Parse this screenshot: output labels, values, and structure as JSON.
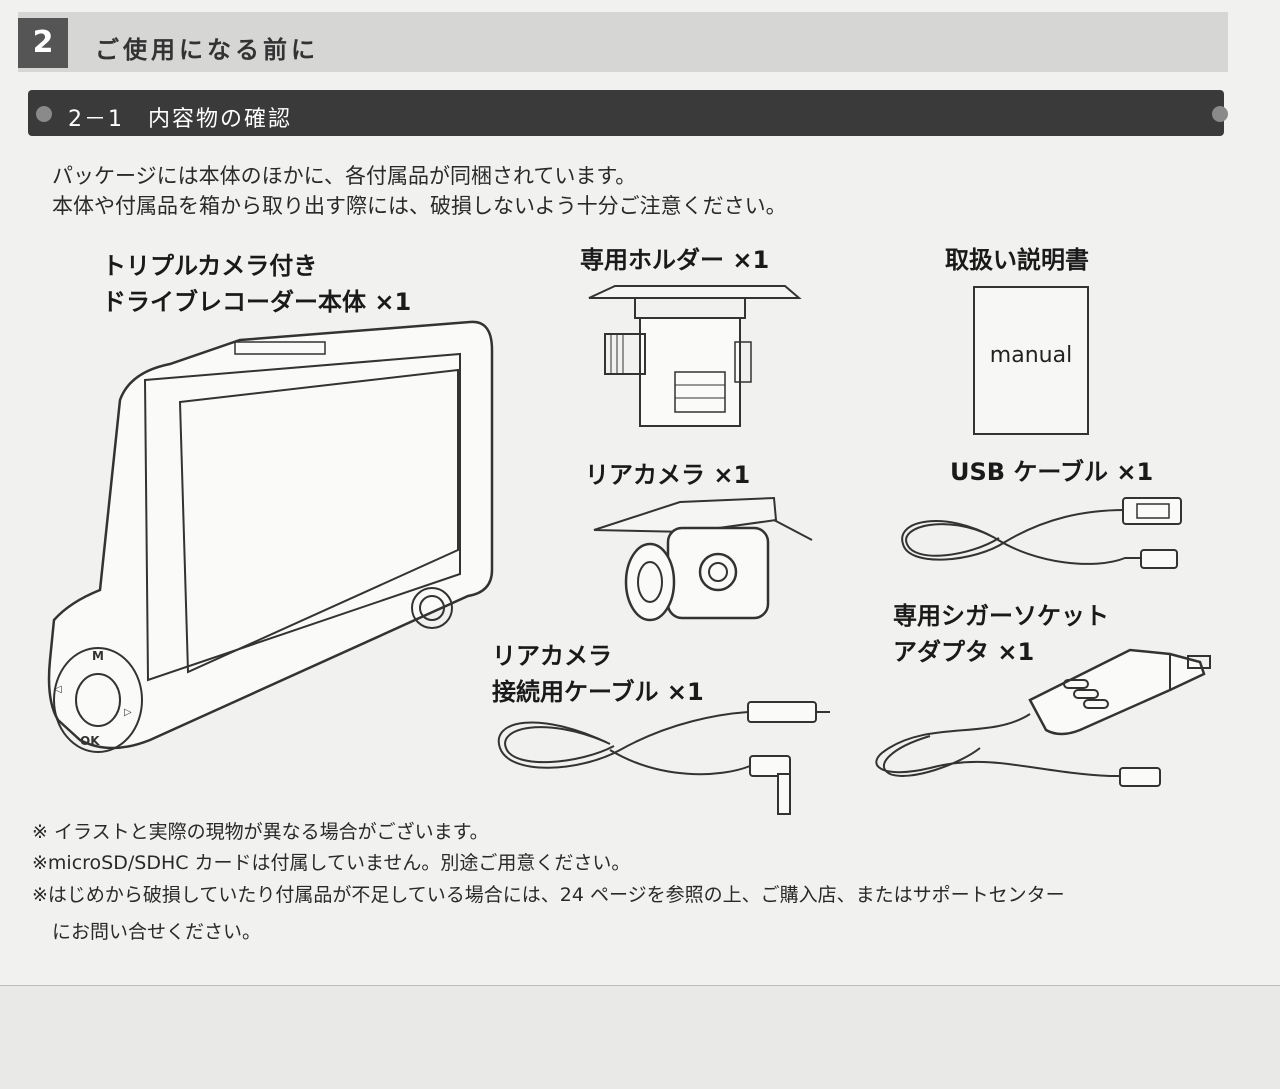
{
  "chapter": {
    "number": "2",
    "title": "ご使用になる前に"
  },
  "section": {
    "title": "2－1　内容物の確認"
  },
  "intro": [
    "パッケージには本体のほかに、各付属品が同梱されています。",
    "本体や付属品を箱から取り出す際には、破損しないよう十分ご注意ください。"
  ],
  "items": {
    "main_unit": {
      "line1": "トリプルカメラ付き",
      "line2": "ドライブレコーダー本体 ×1"
    },
    "holder": {
      "label": "専用ホルダー ×1"
    },
    "manual": {
      "label": "取扱い説明書",
      "box_text": "manual"
    },
    "rear_camera": {
      "label": "リアカメラ ×1"
    },
    "usb_cable": {
      "label": "USB ケーブル ×1"
    },
    "rear_cable": {
      "line1": "リアカメラ",
      "line2": "接続用ケーブル ×1"
    },
    "cigar_adapter": {
      "line1": "専用シガーソケット",
      "line2": "アダプタ ×1"
    }
  },
  "device_buttons": {
    "ok": "OK",
    "menu": "M"
  },
  "notes": [
    "※ イラストと実際の現物が異なる場合がございます。",
    "※microSD/SDHC カードは付属していません。別途ご用意ください。",
    "※はじめから破損していたり付属品が不足している場合には、24 ページを参照の上、ご購入店、またはサポートセンター",
    "にお問い合せください。"
  ]
}
